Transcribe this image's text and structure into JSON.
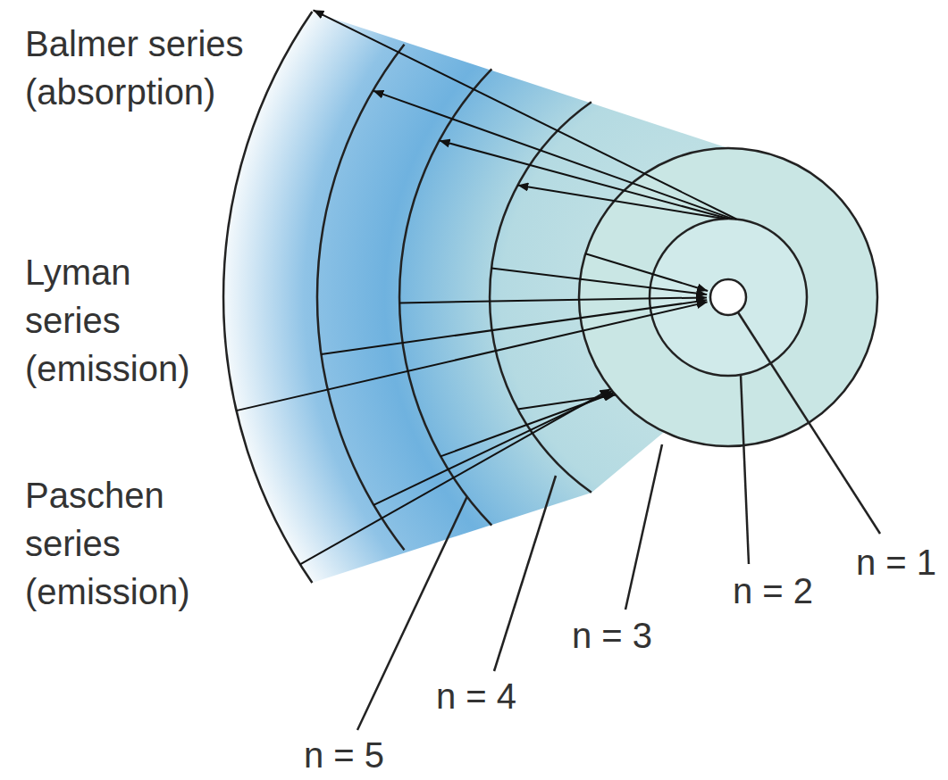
{
  "diagram": {
    "labels": [
      "Balmer series (absorption)",
      "Lyman series (emission)",
      "Paschen series (emission)",
      "n = 1",
      "n = 2",
      "n = 3",
      "n = 4",
      "n = 5"
    ]
  }
}
